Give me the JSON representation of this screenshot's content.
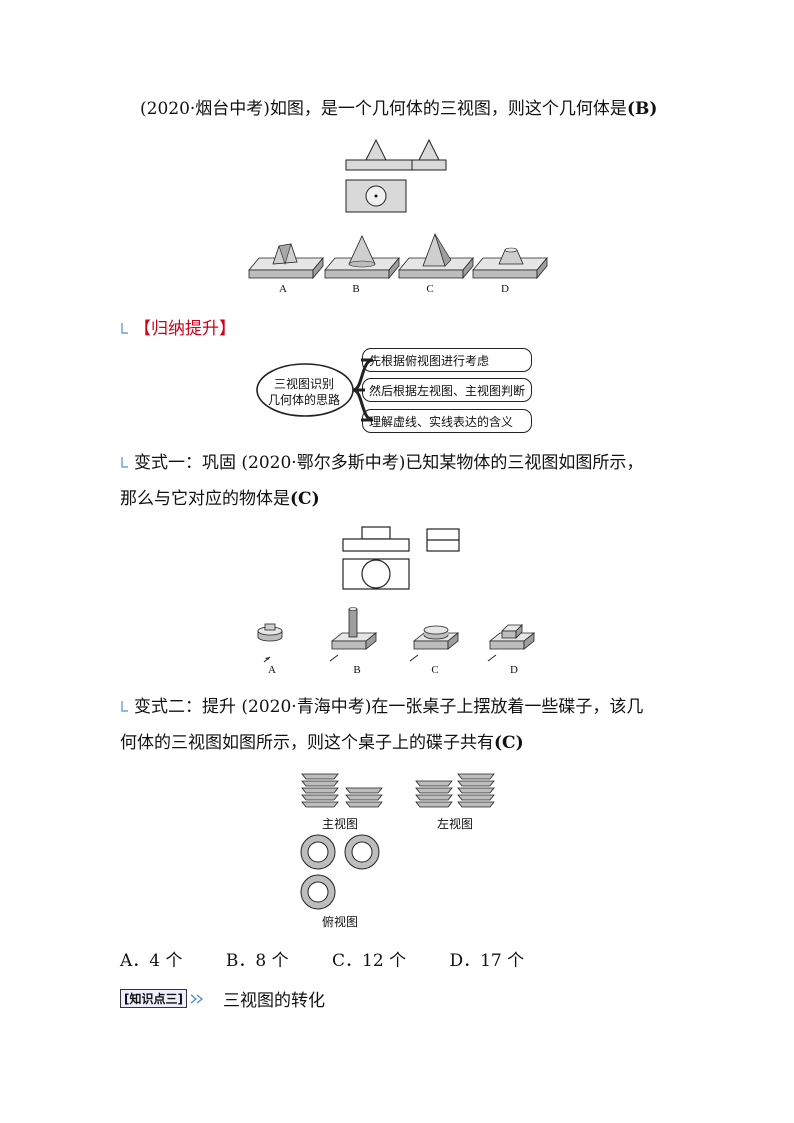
{
  "q1": {
    "text": "(2020·烟台中考)如图，是一个几何体的三视图，则这个几何体是",
    "answer": "(B)",
    "option_labels": [
      "A",
      "B",
      "C",
      "D"
    ]
  },
  "summary": {
    "title": "【归纳提升】",
    "center": [
      "三视图识别",
      "几何体的思路"
    ],
    "steps": [
      "先根据俯视图进行考虑",
      "然后根据左视图、主视图判断",
      "理解虚线、实线表达的含义"
    ]
  },
  "q2": {
    "line1": "变式一：巩固 (2020·鄂尔多斯中考)已知某物体的三视图如图所示，",
    "line2": "那么与它对应的物体是",
    "answer": "(C)",
    "option_labels": [
      "A",
      "B",
      "C",
      "D"
    ]
  },
  "q3": {
    "line1": "变式二：提升 (2020·青海中考)在一张桌子上摆放着一些碟子，该几",
    "line2": "何体的三视图如图所示，则这个桌子上的碟子共有",
    "answer": "(C)",
    "view_labels": {
      "front": "主视图",
      "left": "左视图",
      "top": "俯视图"
    },
    "options": [
      "A．4 个",
      "B．8 个",
      "C．12 个",
      "D．17 个"
    ]
  },
  "knowledge": {
    "badge": "[知识点三]",
    "text": "三视图的转化"
  },
  "colors": {
    "accent_red": "#d0021b",
    "gray_fill": "#d9d9d9",
    "marker_blue": "#4a90d9"
  }
}
